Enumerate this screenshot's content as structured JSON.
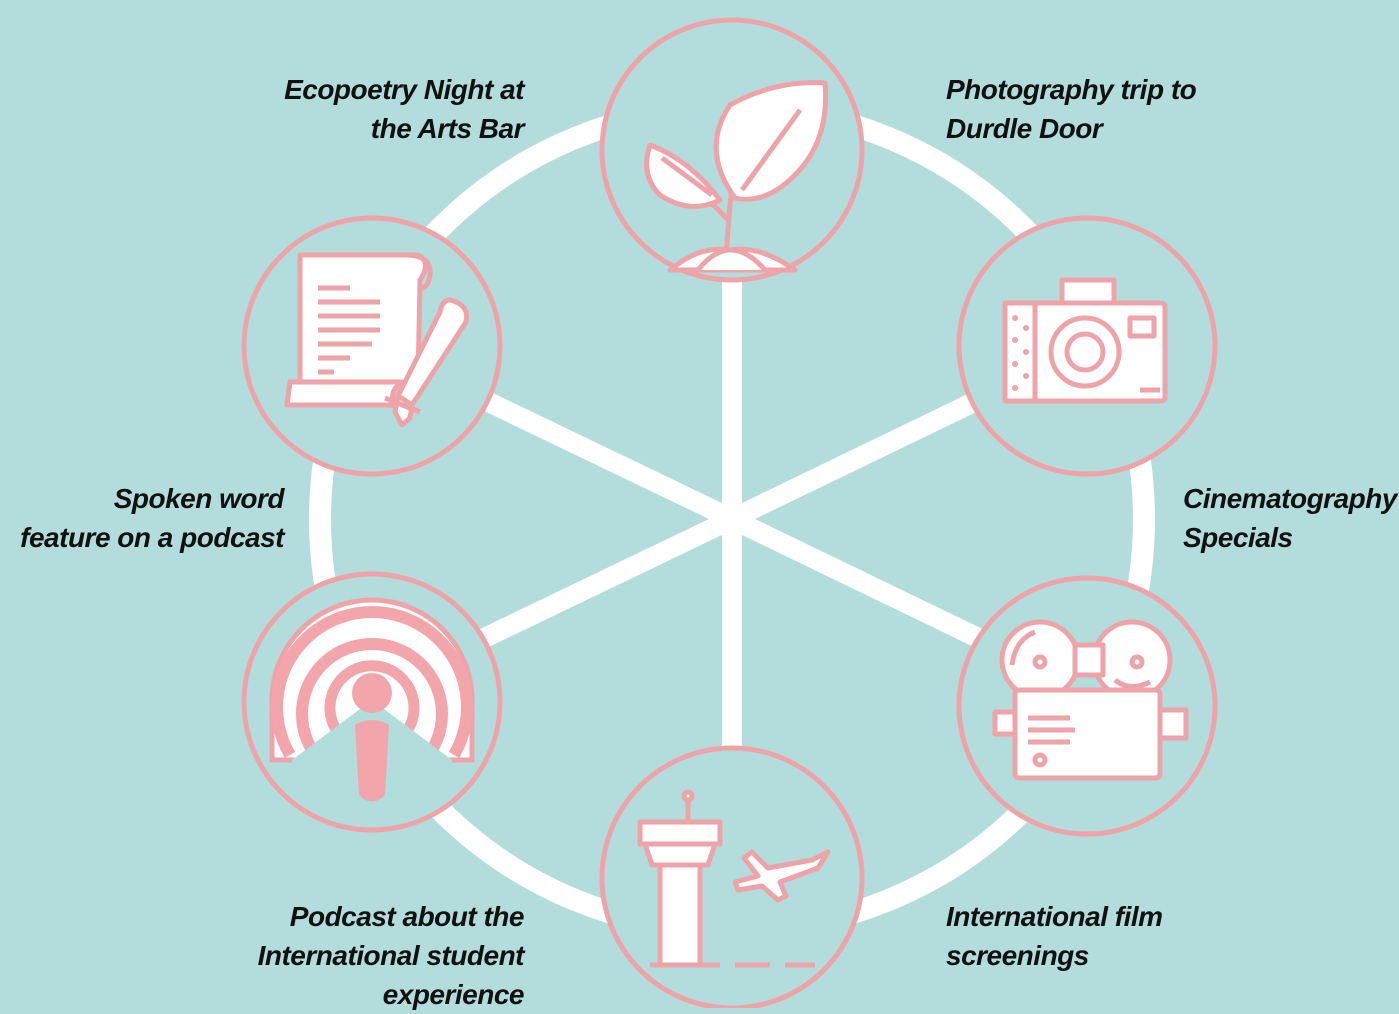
{
  "colors": {
    "background": "#b3dcdc",
    "ring": "#ffffff",
    "icon_stroke": "#eea3a8",
    "icon_fill": "#ffffff",
    "podcast_fill": "#f2a5aa",
    "text": "#111111"
  },
  "nodes": [
    {
      "icon": "seedling-icon",
      "label": [
        "Ecopoetry Night at",
        "the Arts Bar"
      ]
    },
    {
      "icon": "camera-icon",
      "label": [
        "Photography trip to",
        "Durdle Door"
      ]
    },
    {
      "icon": "film-projector-icon",
      "label": [
        "Cinematography",
        "Specials"
      ]
    },
    {
      "icon": "airport-tower-plane-icon",
      "label": [
        "International film",
        "screenings"
      ]
    },
    {
      "icon": "podcast-icon",
      "label": [
        "Podcast about the",
        "International student",
        "experience"
      ]
    },
    {
      "icon": "scroll-quill-icon",
      "label": [
        "Spoken word",
        "feature on a podcast"
      ]
    }
  ]
}
